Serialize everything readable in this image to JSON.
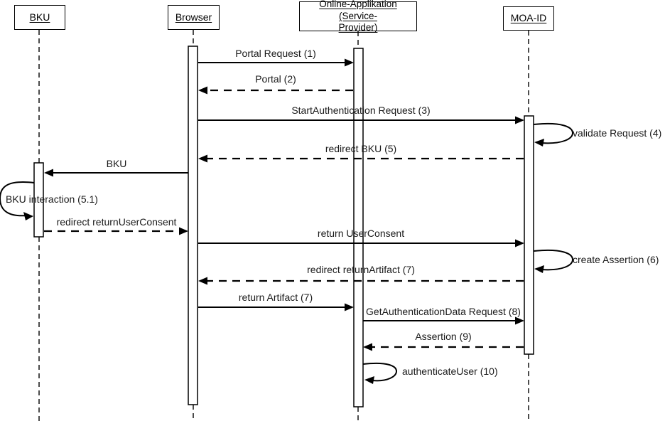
{
  "diagram_type": "uml-sequence-diagram",
  "colors": {
    "line": "#000000",
    "background": "#ffffff",
    "text": "#1a1a1a"
  },
  "actors": [
    {
      "id": "bku",
      "label": "BKU"
    },
    {
      "id": "browser",
      "label": "Browser"
    },
    {
      "id": "online_app",
      "label": "Online-Applikation (Service-Provider)",
      "display_lines": [
        "Online-Applikation (Service-",
        "Provider)"
      ]
    },
    {
      "id": "moa_id",
      "label": "MOA-ID"
    }
  ],
  "messages": [
    {
      "label": "Portal Request (1)",
      "from": "Browser",
      "to": "Online-Applikation (Service-Provider)",
      "style": "solid",
      "kind": "call"
    },
    {
      "label": "Portal (2)",
      "from": "Online-Applikation (Service-Provider)",
      "to": "Browser",
      "style": "dashed",
      "kind": "return"
    },
    {
      "label": "StartAuthentication Request (3)",
      "from": "Browser",
      "to": "MOA-ID",
      "style": "solid",
      "kind": "call"
    },
    {
      "label": "validate Request (4)",
      "from": "MOA-ID",
      "to": "MOA-ID",
      "style": "solid",
      "kind": "self"
    },
    {
      "label": "redirect BKU (5)",
      "from": "MOA-ID",
      "to": "Browser",
      "style": "dashed",
      "kind": "return"
    },
    {
      "label": "BKU",
      "from": "Browser",
      "to": "BKU",
      "style": "solid",
      "kind": "call"
    },
    {
      "label": "BKU interaction (5.1)",
      "from": "BKU",
      "to": "BKU",
      "style": "solid",
      "kind": "self"
    },
    {
      "label": "redirect returnUserConsent",
      "from": "BKU",
      "to": "Browser",
      "style": "dashed",
      "kind": "return"
    },
    {
      "label": "return UserConsent",
      "from": "Browser",
      "to": "MOA-ID",
      "style": "solid",
      "kind": "call"
    },
    {
      "label": "create Assertion (6)",
      "from": "MOA-ID",
      "to": "MOA-ID",
      "style": "solid",
      "kind": "self"
    },
    {
      "label": "redirect returnArtifact (7)",
      "from": "MOA-ID",
      "to": "Browser",
      "style": "dashed",
      "kind": "return"
    },
    {
      "label": "return Artifact (7)",
      "from": "Browser",
      "to": "Online-Applikation (Service-Provider)",
      "style": "solid",
      "kind": "call"
    },
    {
      "label": "GetAuthenticationData Request (8)",
      "from": "Online-Applikation (Service-Provider)",
      "to": "MOA-ID",
      "style": "solid",
      "kind": "call"
    },
    {
      "label": "Assertion (9)",
      "from": "MOA-ID",
      "to": "Online-Applikation (Service-Provider)",
      "style": "dashed",
      "kind": "return"
    },
    {
      "label": "authenticateUser (10)",
      "from": "Online-Applikation (Service-Provider)",
      "to": "Online-Applikation (Service-Provider)",
      "style": "solid",
      "kind": "self"
    }
  ]
}
